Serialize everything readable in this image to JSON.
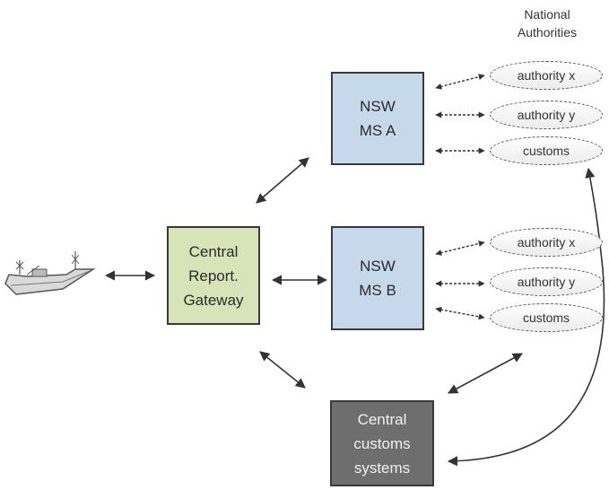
{
  "heading": "National\nAuthorities",
  "boxes": {
    "ms_a": "NSW\nMS A",
    "ms_b": "NSW\nMS B",
    "gateway": "Central\nReport.\nGateway",
    "customs_systems": "Central\ncustoms\nsystems"
  },
  "ms_a_authorities": [
    "authority x",
    "authority y",
    "customs"
  ],
  "ms_b_authorities": [
    "authority x",
    "authority y",
    "customs"
  ],
  "icons": {
    "ship": "ship-icon"
  },
  "colors": {
    "ms_fill": "#c6d9ea",
    "gateway_fill": "#d6e4b8",
    "customs_systems_fill": "#6e6e6e"
  }
}
